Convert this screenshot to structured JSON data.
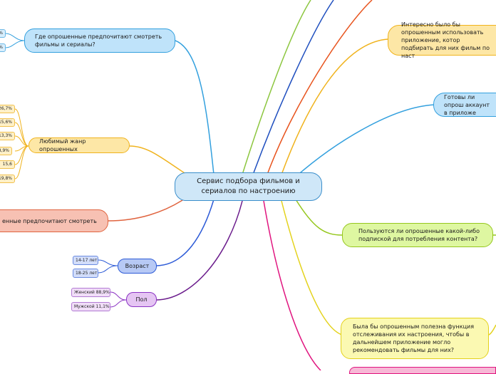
{
  "center": "Сервис подбора фильмов и сериалов по настроению",
  "left_branches": {
    "where_watch": {
      "label": "Где опрошенные предпочитают смотреть фильмы и сериалы?",
      "leaves": [
        "%",
        "6%"
      ]
    },
    "genre": {
      "label": "Любимый жанр опрошенных",
      "leaves": [
        "26,7%",
        "15,6%",
        "13,3%",
        "8,9%",
        "15,6",
        "19,8%"
      ]
    },
    "prefer_watch": {
      "label": "енные предпочитают смотреть"
    },
    "age": {
      "label": "Возраст",
      "leaves": [
        "14-17 лет",
        "18-25 лет"
      ]
    },
    "gender": {
      "label": "Пол",
      "leaves": [
        "Женский 88,9%",
        "Мужской 11,1%"
      ]
    }
  },
  "right_branches": {
    "interesting": {
      "label": "Интересно было бы опрошенным использовать приложение, котор подбирать для них фильм по наст"
    },
    "ready": {
      "label": "Готовы ли опрош аккаунт в приложе"
    },
    "subscription": {
      "label": "Пользуются ли опрошенные какой-либо подпиской для потребления контента?"
    },
    "tracking": {
      "label": "Была бы опрошенным полезна функция отслеживания их настроения, чтобы в дальнейшем приложение могло рекомендовать фильмы для них?"
    }
  },
  "colors": {
    "blue": "#33a0de",
    "orange": "#f0b31d",
    "salmon": "#e0643f",
    "indigo": "#2d5bd7",
    "violet": "#8b33c4",
    "lime": "#95c71d",
    "yellow": "#e4d21b",
    "green": "#8cc63f",
    "navy": "#1f4fbf",
    "red_orange": "#e8541e",
    "magenta": "#e0157f"
  }
}
